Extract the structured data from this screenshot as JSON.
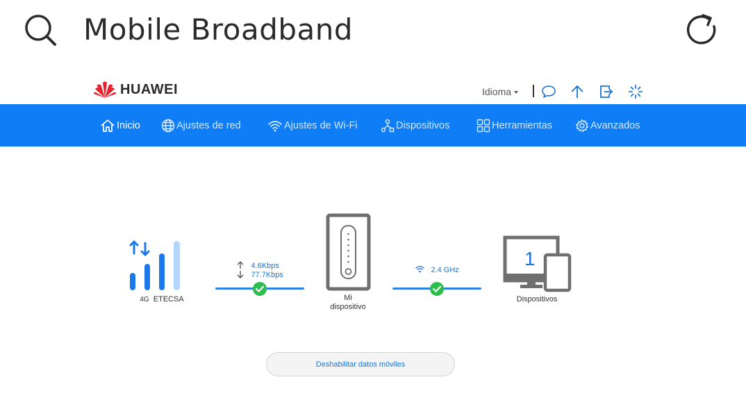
{
  "app_bar": {
    "title": "Mobile Broadband",
    "search_icon": "search-icon",
    "refresh_icon": "refresh-icon"
  },
  "router_header": {
    "brand_name": "HUAWEI",
    "brand_color": "#e4222b",
    "language_label": "Idioma",
    "icons": [
      "chat-icon",
      "upload-arrow-icon",
      "logout-icon",
      "loading-spinner-icon"
    ]
  },
  "nav": {
    "color": "#0f7df5",
    "items": [
      {
        "label": "Inicio",
        "icon": "home-icon",
        "active": true
      },
      {
        "label": "Ajustes de red",
        "icon": "globe-icon"
      },
      {
        "label": "Ajustes de Wi-Fi",
        "icon": "wifi-icon"
      },
      {
        "label": "Dispositivos",
        "icon": "network-devices-icon"
      },
      {
        "label": "Herramientas",
        "icon": "tools-grid-icon"
      },
      {
        "label": "Avanzados",
        "icon": "gear-icon"
      }
    ]
  },
  "status": {
    "network_type": "4G",
    "operator": "ETECSA",
    "upload_rate": "4.6Kbps",
    "download_rate": "77.7Kbps",
    "router_label_line1": "Mi",
    "router_label_line2": "dispositivo",
    "wifi_band": "2.4 GHz",
    "device_count": "1",
    "devices_label": "Dispositivos",
    "ok_color": "#2dbd4e"
  },
  "actions": {
    "disable_mobile_data": "Deshabilitar datos móviles"
  }
}
